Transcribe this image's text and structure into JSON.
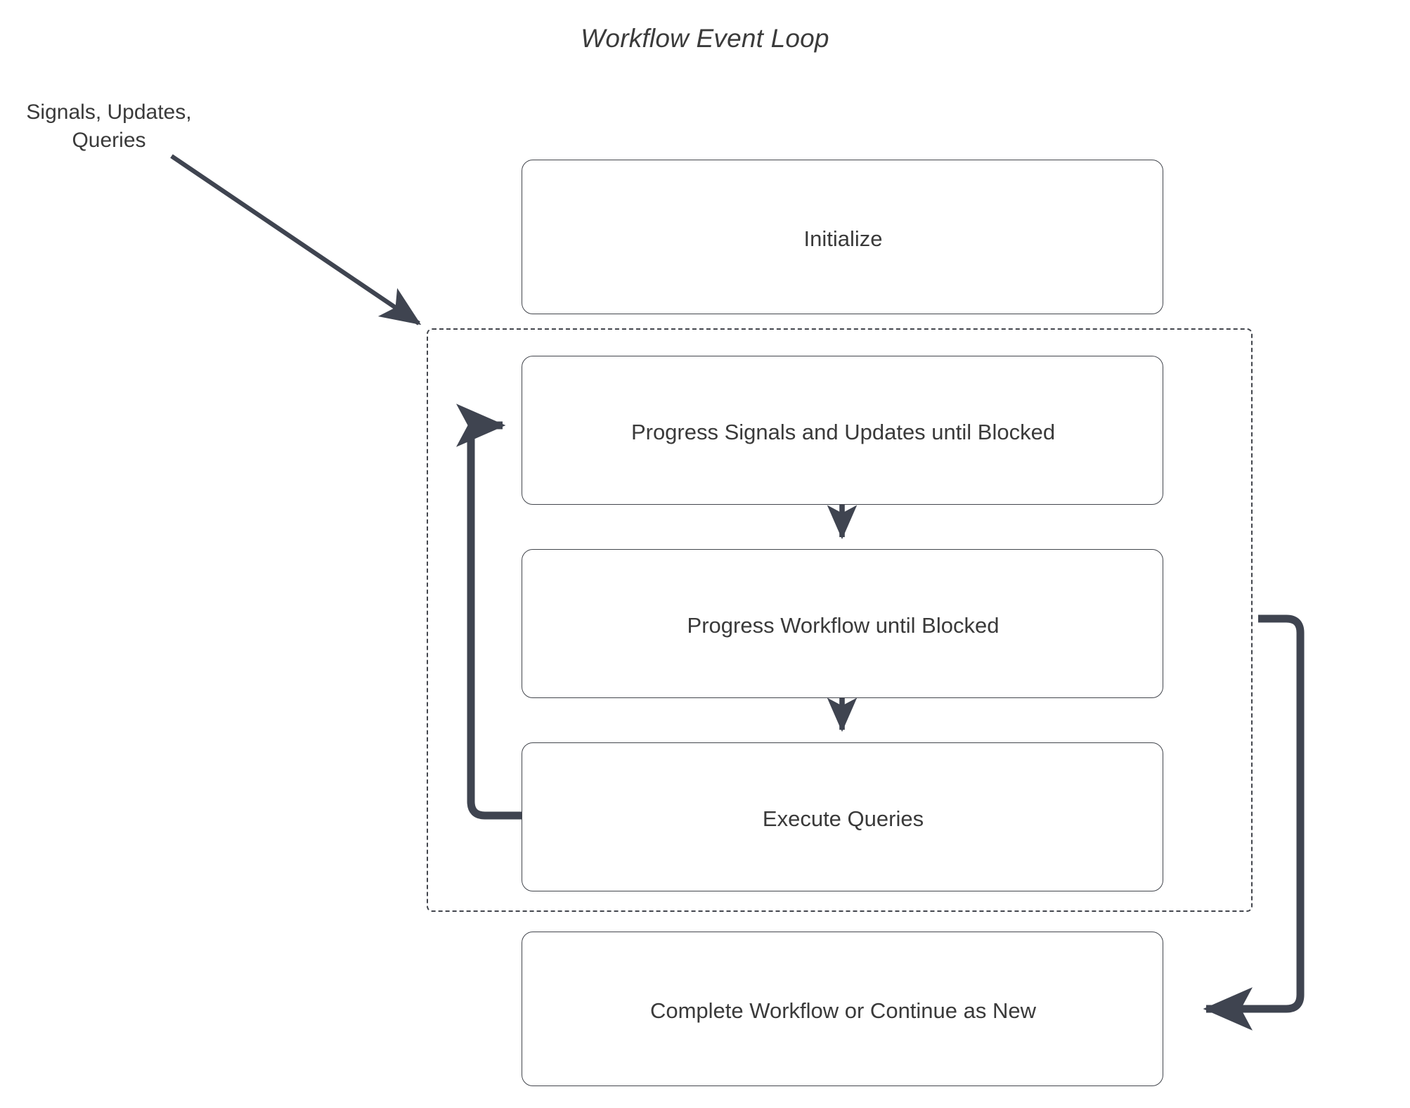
{
  "diagram": {
    "title": "Workflow Event Loop",
    "background_color": "#ffffff",
    "node_border_color": "#43464d",
    "arrow_color": "#3f4450",
    "text_color": "#3a3a3a",
    "loop_container_style": "dashed",
    "nodes": [
      {
        "id": "initialize",
        "label": "Initialize"
      },
      {
        "id": "progress-signals",
        "label": "Progress Signals and Updates until Blocked"
      },
      {
        "id": "progress-workflow",
        "label": "Progress Workflow until Blocked"
      },
      {
        "id": "execute-queries",
        "label": "Execute Queries"
      },
      {
        "id": "complete-workflow",
        "label": "Complete Workflow or Continue as New"
      }
    ],
    "labels": {
      "external_input_line1": "Signals, Updates,",
      "external_input_line2": "Queries"
    },
    "edges": [
      {
        "from": "external-input",
        "to": "loop-container",
        "kind": "diagonal-arrow"
      },
      {
        "from": "progress-signals",
        "to": "progress-workflow",
        "kind": "down-arrow"
      },
      {
        "from": "progress-workflow",
        "to": "execute-queries",
        "kind": "down-arrow"
      },
      {
        "from": "execute-queries",
        "to": "progress-signals",
        "kind": "loop-back-left"
      },
      {
        "from": "loop-container",
        "to": "complete-workflow",
        "kind": "loop-exit-right"
      }
    ]
  }
}
